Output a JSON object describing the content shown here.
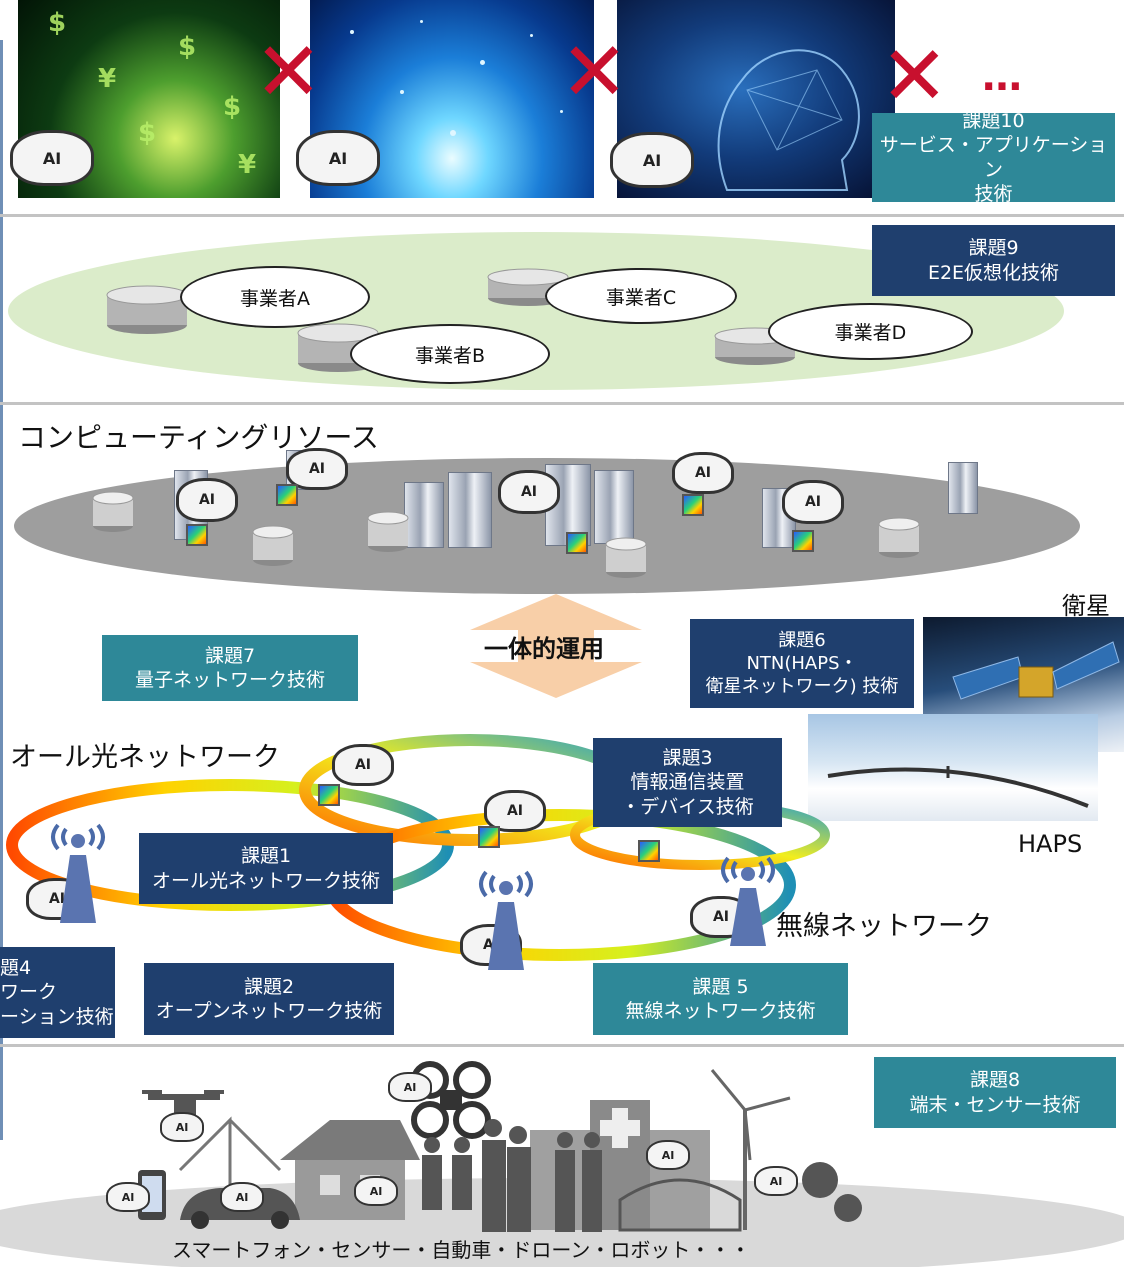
{
  "top": {
    "ellipsis": "…",
    "box10": {
      "line1": "課題10",
      "line2": "サービス・アプリケーション",
      "line3": "技術"
    }
  },
  "virtualization": {
    "box9": {
      "line1": "課題9",
      "line2": "E2E仮想化技術"
    },
    "operators": {
      "a": "事業者A",
      "b": "事業者B",
      "c": "事業者C",
      "d": "事業者D"
    }
  },
  "computing": {
    "label": "コンピューティングリソース",
    "integrated": "一体的運用"
  },
  "satellite": {
    "label": "衛星",
    "haps_label": "HAPS"
  },
  "network": {
    "optical_label": "オール光ネットワーク",
    "wireless_label": "無線ネットワーク"
  },
  "boxes": {
    "b7": {
      "line1": "課題7",
      "line2": "量子ネットワーク技術"
    },
    "b6": {
      "line1": "課題6",
      "line2": "NTN(HAPS・",
      "line3": "衛星ネットワーク) 技術"
    },
    "b3": {
      "line1": "課題3",
      "line2": "情報通信装置",
      "line3": "・デバイス技術"
    },
    "b1": {
      "line1": "課題1",
      "line2": "オール光ネットワーク技術"
    },
    "b4": {
      "line1": "題4",
      "line2": "ワーク",
      "line3": "ーション技術"
    },
    "b2": {
      "line1": "課題2",
      "line2": "オープンネットワーク技術"
    },
    "b5": {
      "line1": "課題 5",
      "line2": "無線ネットワーク技術"
    },
    "b8": {
      "line1": "課題8",
      "line2": "端末・センサー技術"
    }
  },
  "ai_label": "AI",
  "devices": {
    "caption": "スマートフォン・センサー・自動車・ドローン・ロボット・・・"
  },
  "colors": {
    "navy": "#1f3f6e",
    "teal": "#2e8898",
    "cross": "#c8102e",
    "arrow": "#f8cfa8"
  },
  "icons": [
    "brain-ai-icon",
    "chip-icon",
    "server-icon",
    "database-icon",
    "antenna-icon",
    "cross-icon"
  ]
}
